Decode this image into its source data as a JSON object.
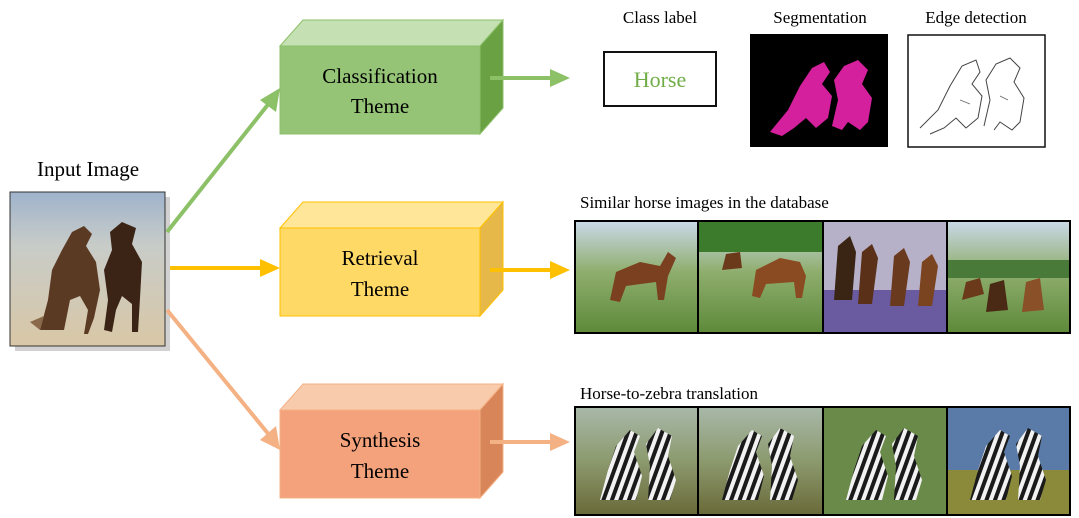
{
  "input": {
    "label": "Input Image"
  },
  "themes": [
    {
      "id": "classification",
      "lines": [
        "Classification",
        "Theme"
      ],
      "color": "#8cc168"
    },
    {
      "id": "retrieval",
      "lines": [
        "Retrieval",
        "Theme"
      ],
      "color": "#ffc000"
    },
    {
      "id": "synthesis",
      "lines": [
        "Synthesis",
        "Theme"
      ],
      "color": "#f4b183"
    }
  ],
  "classification_outputs": {
    "class_label_caption": "Class label",
    "class_label_value": "Horse",
    "segmentation_caption": "Segmentation",
    "edge_caption": "Edge detection"
  },
  "retrieval_caption": "Similar horse images in the database",
  "synthesis_caption": "Horse-to-zebra translation",
  "colors": {
    "classification_face": "#95c477",
    "retrieval_face": "#ffd966",
    "synthesis_face": "#f4a27c",
    "segmentation_mask": "#d4209c",
    "class_label_text": "#70ad47"
  }
}
